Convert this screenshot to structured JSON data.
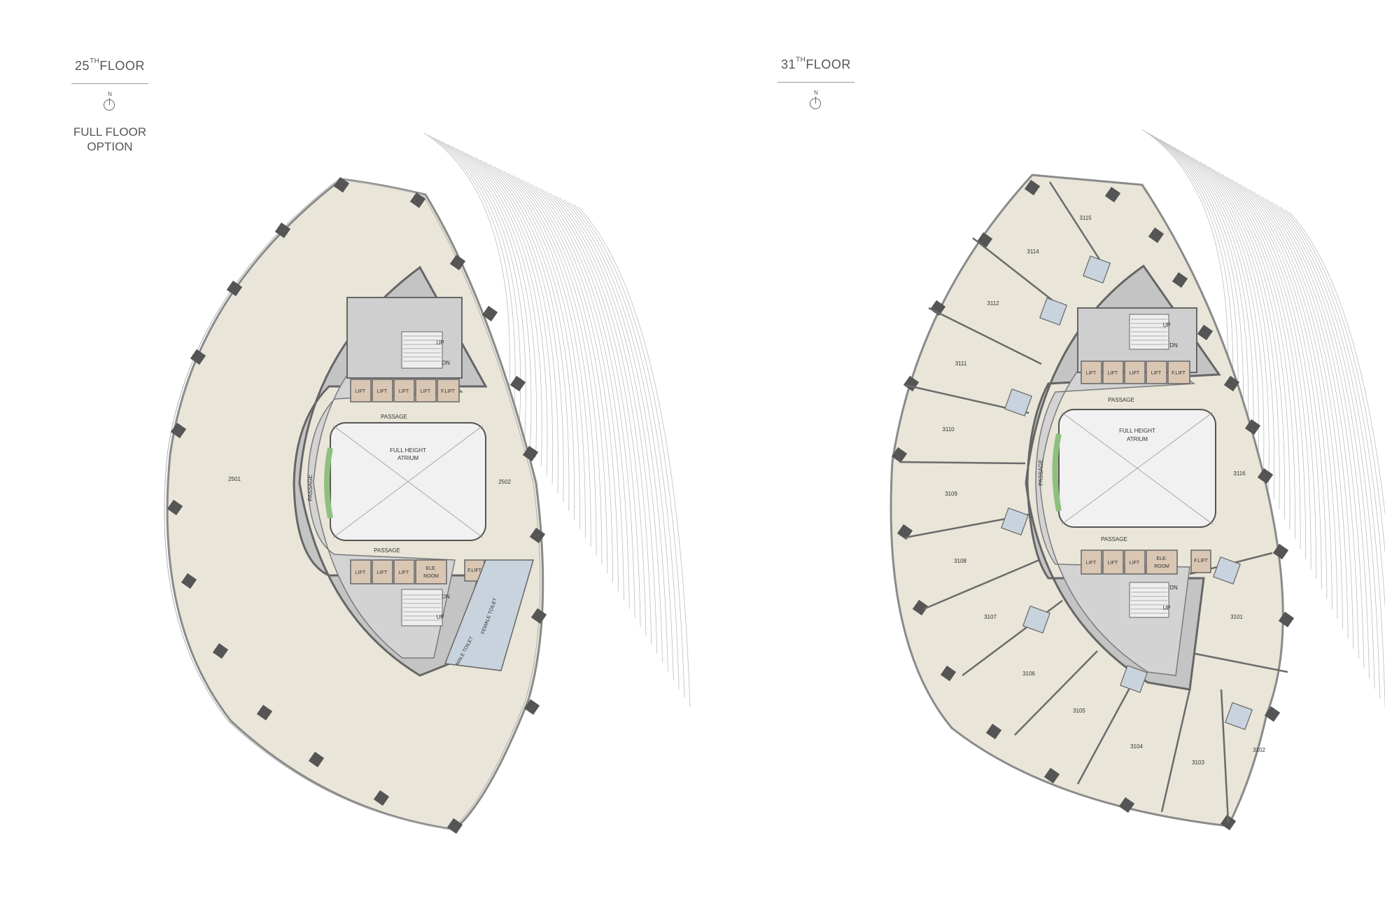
{
  "colors": {
    "floor": "#e9e5d9",
    "wall": "#6b6b6b",
    "passage": "#d3d3d3",
    "lift": "#d9c7b4",
    "toilet": "#c9d3de",
    "atrium": "#f1f1f1",
    "green": "#8fbf7f"
  },
  "floors": [
    {
      "title_num": "25",
      "title_sup": "TH",
      "title_word": "FLOOR",
      "north_label": "N",
      "option_line1": "FULL FLOOR",
      "option_line2": "OPTION",
      "units": [
        "2501",
        "2502"
      ],
      "core": {
        "lifts_top": [
          "LIFT",
          "LIFT",
          "LIFT",
          "LIFT",
          "F.LIFT"
        ],
        "lifts_bottom": [
          "LIFT",
          "LIFT",
          "LIFT"
        ],
        "ele_room": [
          "ELE.",
          "ROOM"
        ],
        "f_lift_bottom": "F.LIFT",
        "stair_up": "UP",
        "stair_dn": "DN",
        "passage_top": "PASSAGE",
        "passage_bottom": "PASSAGE",
        "passage_side": "PASSAGE",
        "atrium": [
          "FULL HEIGHT",
          "ATRIUM"
        ],
        "male_toilet": "MALE TOILET",
        "female_toilet": "FEMALE TOILET"
      }
    },
    {
      "title_num": "31",
      "title_sup": "TH",
      "title_word": "FLOOR",
      "north_label": "N",
      "units": [
        "3115",
        "3114",
        "3112",
        "3111",
        "3110",
        "3109",
        "3108",
        "3107",
        "3106",
        "3105",
        "3104",
        "3103",
        "3102",
        "3101",
        "3116"
      ],
      "core": {
        "lifts_top": [
          "LIFT",
          "LIFT",
          "LIFT",
          "LIFT",
          "F.LIFT"
        ],
        "lifts_bottom": [
          "LIFT",
          "LIFT",
          "LIFT"
        ],
        "ele_room": [
          "ELE.",
          "ROOM"
        ],
        "f_lift_bottom": "F.LIFT",
        "stair_up": "UP",
        "stair_dn": "DN",
        "passage_top": "PASSAGE",
        "passage_bottom": "PASSAGE",
        "passage_side": "PASSAGE",
        "atrium": [
          "FULL HEIGHT",
          "ATRIUM"
        ]
      }
    }
  ]
}
